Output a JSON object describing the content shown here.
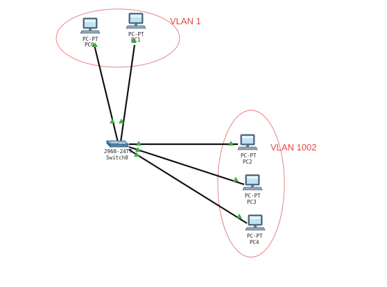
{
  "vlans": [
    {
      "id": "vlan-1",
      "label": "VLAN  1"
    },
    {
      "id": "vlan-1002",
      "label": "VLAN 1002"
    }
  ],
  "switch": {
    "model": "2960-24TT",
    "name": "Switch0"
  },
  "pcs": [
    {
      "id": "pc0",
      "model": "PC-PT",
      "name": "PC0"
    },
    {
      "id": "pc1",
      "model": "PC-PT",
      "name": "PC1"
    },
    {
      "id": "pc2",
      "model": "PC-PT",
      "name": "PC2"
    },
    {
      "id": "pc3",
      "model": "PC-PT",
      "name": "PC3"
    },
    {
      "id": "pc4",
      "model": "PC-PT",
      "name": "PC4"
    }
  ],
  "colors": {
    "vlan_outline": "#e88080",
    "vlan_text": "#e64444",
    "link": "#111111",
    "port_up": "#3cb043"
  },
  "icons": {
    "pc": "desktop-pc-icon",
    "switch": "network-switch-icon"
  }
}
